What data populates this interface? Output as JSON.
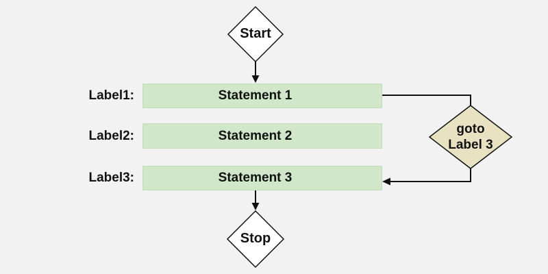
{
  "diagram": {
    "background": "#f2f2f2",
    "line_color": "#111111"
  },
  "nodes": {
    "start": {
      "label": "Start",
      "fill": "#ffffff"
    },
    "goto": {
      "label_line1": "goto",
      "label_line2": "Label 3",
      "fill": "#e8e2c3"
    },
    "stop": {
      "label": "Stop",
      "fill": "#ffffff"
    }
  },
  "statements": [
    {
      "label": "Label1:",
      "text": "Statement 1",
      "fill": "#d0e7ca"
    },
    {
      "label": "Label2:",
      "text": "Statement 2",
      "fill": "#d0e7ca"
    },
    {
      "label": "Label3:",
      "text": "Statement 3",
      "fill": "#d0e7ca"
    }
  ]
}
